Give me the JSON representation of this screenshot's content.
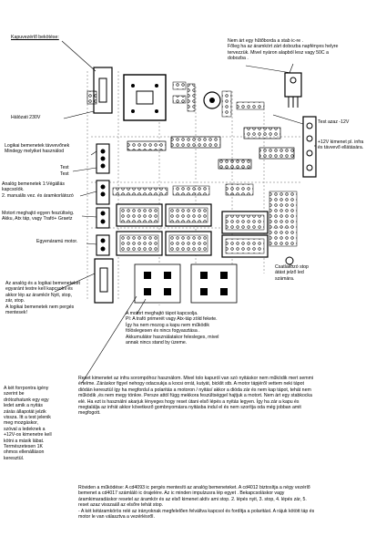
{
  "labels": {
    "title": "Kapuvezérlő bekötése:",
    "mains": "Hálózati 230V",
    "logic_inputs": "Logikai bemenetek távvevőnek\nMindegy melyiket használod",
    "test1": "Test",
    "test2": "Test",
    "analog_inputs": "Analóg bemenetek 1:Végállás\nkapcsolók.\n2. manuális vez.  és áramkorlátozó",
    "motor_supply": "Motort meghajtó egyen feszültség.\nAkku, Atx táp, vagy Trafó+ Graetz",
    "dc_motor": "Egyenáramú motor.",
    "analog_must_test": "Az analóg és a logikai bemeneteket\negyaránt testre kell kapcsolni és\nakkor lép az áramkör Nyit, stop,\nzár, stop.\nA logikai bemenetek nem pergés\nmentesek!",
    "heatsink_note": "Nem árt egy hűtőborda a stab ic-re .\nFőleg ha az áramkört zárt dobozba napfényes helyre\ntervezzük. Mivel nyáron alapból lesz vagy 50C a\ndobozba .",
    "test_12v": "Test azaz -12V",
    "plus12v_input": "+12V kimenet pl. infra\nés távvevő ellátására.",
    "stop_switch": "Csatlakozó stop\nátást jelző led\nszámára.",
    "motor_ac_power": "A motort meghajtó tápot kapcsolja.\nPl: A trafó primerét vagy Atx-táp zöld fekete.\nÍgy ha nem mozog a kapu nem működik\nfölöslegesen és nincs fogyasztása .\nAkkumulátor használatakor felesleges, mivel\nannak nincs stand by üzeme.",
    "reset_note": "Reset kimenetet az infra sorompóhoz használom. Mivel tolo kapuról van szó nyitáskor nem működik mert semmi\nértelme. Záráskor figyel nehogy odacsukja a kocsi orrát, kutyát, bicklit stb. A motor tápjéről vettem neki tápot\ndiódán keresztül így  ha megfordul a polaritás a motoron / nyitás/  akkor a dióda zár és nem kap tápot, tehát nem\nműködik ,és nem megy tönkre. Persze attól függ mekkora feszültséggel hajtjuk a motort. Nem árt egy stabkocka\nelé. Ha ezt is használni akarjuk lényeges hogy  reset útani első lépés a nyitás legyen. Így ha zár a kapu és\nmegtalálja az infrát akkor következő gombnyomásra nyitásba indul el és nem szorítja oda még jobban amit\nmegfogott.",
    "two_button_note": "A két forrpontra igény\nszerint be\ndrótozhatunk egy egy\nledet amik a nyitás\nzárás állapotát jelzik\nvissza. Itt a test jelenik\nmeg mozgáskor,\nszóval  a ledeknek a\n+12V-os kimenetre kell\nkötni a másik lábat.\nTermészetesen 1K\nohmos ellenálláson\nkeresztül.",
    "summary": "Röviden a működése: A cd4093 ic pergés mentesíti az analóg bemeneteket. A cd4012 biztosítja a négy vezérlő\nbemenet a cd4017 számláló ic órajelére. Az ic minden impulzusra lép egyet . Bekapcsoláskor vagy\náramkimaradáskor resetel az áramkör és az első kimenet aktív ami stop. 2. lépés nyit, 3. stop, 4. lépés zár, 5.\nreset azaz visszaáll az elsőre tehát stop.\n- A két kétáramkörös relé az irányoknak megfelelően felváltva kapcsol és fordítja a polaritást. A rájuk kötött táp és\nmotor le van választva a vezérlésről."
  },
  "colors": {
    "ink": "#000000",
    "paper": "#ffffff",
    "board": "#f4f4f4"
  }
}
